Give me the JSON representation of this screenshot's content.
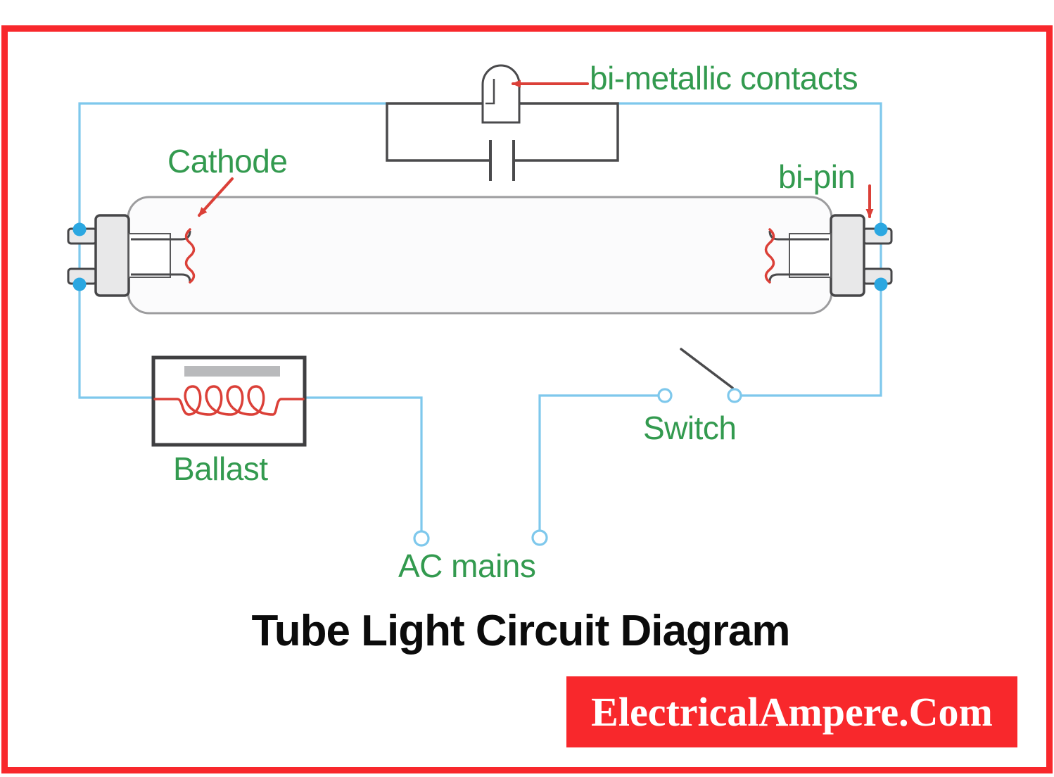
{
  "diagram": {
    "title": "Tube Light Circuit Diagram",
    "watermark": "ElectricalAmpere.Com",
    "labels": {
      "bimetallic": "bi-metallic contacts",
      "cathode": "Cathode",
      "bipin": "bi-pin",
      "ballast": "Ballast",
      "switch": "Switch",
      "ac_mains": "AC mains"
    },
    "icons": [
      "starter-glow-bulb-icon",
      "capacitor-icon",
      "fluorescent-tube-icon",
      "cathode-filament-icon",
      "inductor-coil-icon",
      "switch-lever-icon",
      "ac-terminal-icon"
    ],
    "colors": {
      "wire_blue": "#7EC8EC",
      "terminal_blue": "#2BA7E1",
      "label_green": "#339A4F",
      "accent_red": "#DB4038",
      "frame_red": "#F8282C",
      "line_gray": "#4A4A4C"
    }
  }
}
